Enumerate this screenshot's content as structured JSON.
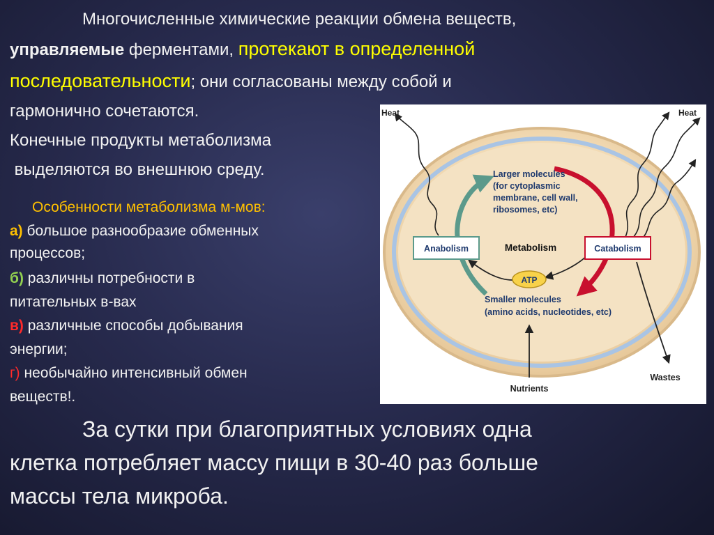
{
  "intro": {
    "line1": "Многочисленные химические реакции обмена веществ,",
    "line2_bold": "управляемые",
    "line2_rest": " ферментами, ",
    "line2_yellow": "протекают в определенной",
    "line3_yellow": "последовательности",
    "line3_rest": "; они согласованы между собой и",
    "line4": "гармонично сочетаются.",
    "line5": "Конечные продукты метаболизма",
    "line6": " выделяются во внешнюю среду."
  },
  "features": {
    "title": "Особенности метаболизма м-мов:",
    "items": [
      {
        "marker": "а)",
        "line1": " большое разнообразие обменных",
        "line2": "процессов;"
      },
      {
        "marker": "б)",
        "line1": " различны потребности в",
        "line2": "питательных в-вах"
      },
      {
        "marker": "в)",
        "line1": " различные способы добывания",
        "line2": "энергии;"
      },
      {
        "marker": "г)",
        "line1": " необычайно интенсивный обмен",
        "line2": "веществ!."
      }
    ]
  },
  "bottom": {
    "line1": "За сутки при благоприятных условиях одна",
    "line2": "клетка потребляет массу пищи в 30-40 раз больше",
    "line3": "массы тела микроба."
  },
  "diagram": {
    "heat_left": "Heat",
    "heat_right": "Heat",
    "larger_1": "Larger molecules",
    "larger_2": "(for cytoplasmic",
    "larger_3": "membrane, cell wall,",
    "larger_4": "ribosomes, etc)",
    "anabolism": "Anabolism",
    "metabolism": "Metabolism",
    "catabolism": "Catabolism",
    "atp": "ATP",
    "smaller_1": "Smaller molecules",
    "smaller_2": "(amino acids, nucleotides, etc)",
    "nutrients": "Nutrients",
    "wastes": "Wastes"
  },
  "colors": {
    "background": "#272a4d",
    "highlight": "#ffff00",
    "feature_title": "#ffc000",
    "marker_b": "#92d050",
    "marker_red": "#ff2a2a",
    "anabolism_arrow": "#5b9a8b",
    "catabolism_arrow": "#c8102e"
  }
}
